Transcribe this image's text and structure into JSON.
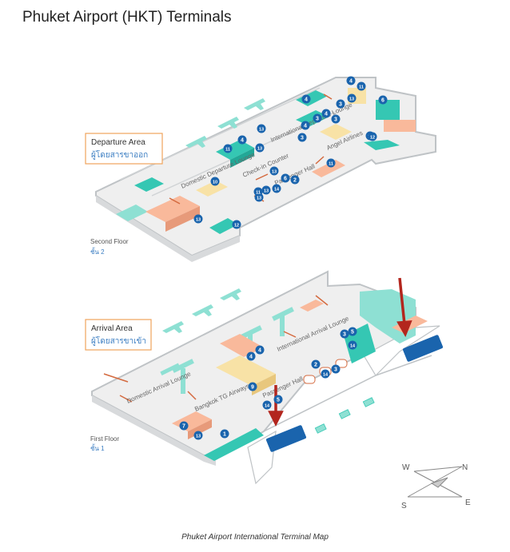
{
  "page": {
    "title": "Phuket Airport (HKT) Terminals",
    "caption": "Phuket Airport International Terminal Map"
  },
  "colors": {
    "floor": "#eeeeee",
    "wall": "#bfc3c6",
    "teal": "#35c7b3",
    "orange": "#f9b99b",
    "cream": "#f8e2a6",
    "marker": "#1a64ad",
    "arrow": "#d46a3f",
    "red_arrow": "#b3261e",
    "label_box": "#f0a35c",
    "sublabel": "#3a7dc2"
  },
  "departure": {
    "area_title": "Departure Area",
    "area_thai": "ผู้โดยสารขาออก",
    "floor_label": "Second  Floor",
    "floor_thai": "ชั้น 2",
    "zones": [
      "Domestic Departure Lounge",
      "Check-in Counter",
      "International Departure Lounge",
      "Passenger Hall",
      "Angel Airlines"
    ],
    "markers": [
      "4",
      "11",
      "6",
      "4",
      "3",
      "13",
      "4",
      "3",
      "3",
      "4",
      "13",
      "11",
      "4",
      "13",
      "3",
      "11",
      "12",
      "10",
      "13",
      "2",
      "11",
      "6",
      "14",
      "13",
      "13",
      "11",
      "13",
      "12"
    ]
  },
  "arrival": {
    "area_title": "Arrival Area",
    "area_thai": "ผู้โดยสารขาเข้า",
    "floor_label": "First Floor",
    "floor_thai": "ชั้น 1",
    "zones": [
      "Domestic Arrival Lounge",
      "Bangkok TG Airways",
      "International Arrival Lounge",
      "Passenger Hall"
    ],
    "markers": [
      "3",
      "5",
      "14",
      "3",
      "14",
      "2",
      "4",
      "4",
      "9",
      "14",
      "5",
      "7",
      "13",
      "1"
    ]
  },
  "compass": {
    "n": "N",
    "e": "E",
    "s": "S",
    "w": "W"
  }
}
